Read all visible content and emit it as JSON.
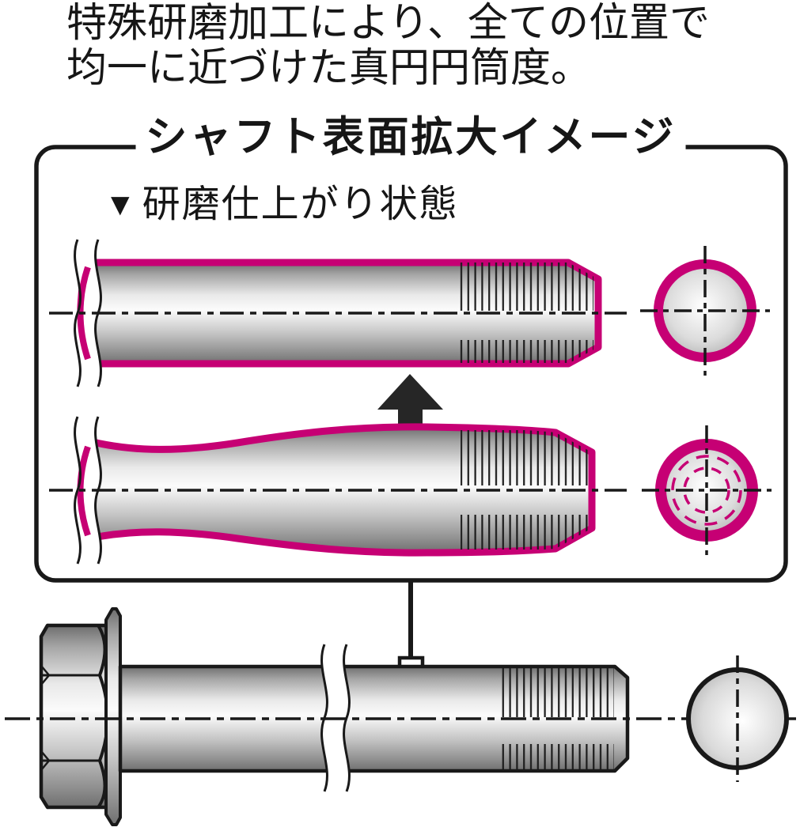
{
  "page": {
    "background": "#ffffff"
  },
  "heading": {
    "line1": "特殊研磨加工により、全ての位置で",
    "line2": "均一に近づけた真円円筒度。"
  },
  "panel": {
    "title": "シャフト表面拡大イメージ",
    "label_marker": "▼",
    "label_text": "研磨仕上がり状態"
  },
  "colors": {
    "accent_magenta": "#c60074",
    "line_black": "#191919",
    "text": "#161616",
    "metal_light": "#fafafa",
    "metal_dark": "#6f6f6f"
  }
}
